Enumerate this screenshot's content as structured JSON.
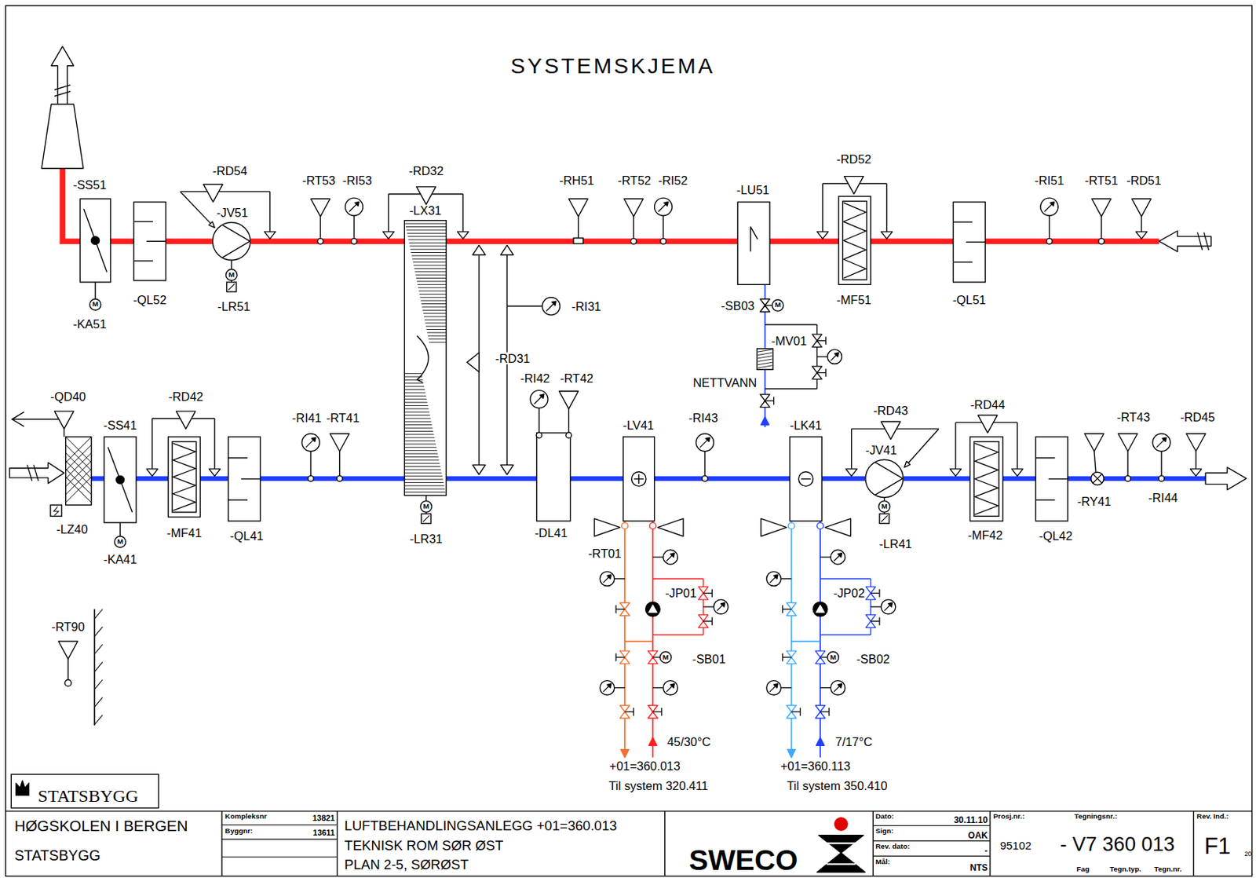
{
  "diagram": {
    "title": "SYSTEMSKJEMA",
    "nodes": [
      {
        "text": [
          "-SS51"
        ]
      },
      {
        "text": [
          "-QL52"
        ]
      },
      {
        "text": [
          "-JV51"
        ]
      },
      {
        "text": [
          "-LX31"
        ]
      },
      {
        "text": [
          "-LU51"
        ]
      },
      {
        "text": [
          "-MF51"
        ]
      },
      {
        "text": [
          "-QL51"
        ]
      },
      {
        "text": [
          "-LZ40"
        ]
      },
      {
        "text": [
          "-SS41"
        ]
      },
      {
        "text": [
          "-MF41"
        ]
      },
      {
        "text": [
          "-QL41"
        ]
      },
      {
        "text": [
          "-DL41"
        ]
      },
      {
        "text": [
          "-LV41"
        ]
      },
      {
        "text": [
          "-LK41"
        ]
      },
      {
        "text": [
          "-JV41"
        ]
      },
      {
        "text": [
          "-MF42"
        ]
      },
      {
        "text": [
          "-QL42"
        ]
      }
    ],
    "edges": [
      {
        "from": 6,
        "to": 5,
        "arrow": "none"
      },
      {
        "from": 5,
        "to": 4,
        "arrow": "none"
      },
      {
        "from": 4,
        "to": 3,
        "arrow": "none"
      },
      {
        "from": 3,
        "to": 2,
        "arrow": "none"
      },
      {
        "from": 2,
        "to": 1,
        "arrow": "none"
      },
      {
        "from": 1,
        "to": 0,
        "arrow": "none"
      },
      {
        "from": 7,
        "to": 8,
        "arrow": "none"
      },
      {
        "from": 8,
        "to": 9,
        "arrow": "none"
      },
      {
        "from": 9,
        "to": 10,
        "arrow": "none"
      },
      {
        "from": 10,
        "to": 3,
        "arrow": "none"
      },
      {
        "from": 3,
        "to": 11,
        "arrow": "none"
      },
      {
        "from": 11,
        "to": 12,
        "arrow": "none"
      },
      {
        "from": 12,
        "to": 13,
        "arrow": "none"
      },
      {
        "from": 13,
        "to": 14,
        "arrow": "none"
      },
      {
        "from": 14,
        "to": 15,
        "arrow": "none"
      },
      {
        "from": 15,
        "to": 16,
        "arrow": "none"
      }
    ],
    "labels": [
      "-RD54",
      "-RT53",
      "-RI53",
      "-RD32",
      "-RH51",
      "-RT52",
      "-RI52",
      "-RD52",
      "-RI51",
      "-RT51",
      "-RD51",
      "-KA51",
      "-LR51",
      "-RI31",
      "-RD31",
      "-SB03",
      "-MV01",
      "NETTVANN",
      "-QD40",
      "-RD42",
      "-RI41",
      "-RT41",
      "-RI42",
      "-RT42",
      "-RI43",
      "-RD43",
      "-RD44",
      "-RT43",
      "-RD45",
      "-RY41",
      "-RI44",
      "-KA41",
      "-LR31",
      "-LR41",
      "-RT01",
      "-JP01",
      "-SB01",
      "-JP02",
      "-SB02",
      "45/30°C",
      "7/17°C",
      "+01=360.013",
      "+01=360.113",
      "Til system 320.411",
      "Til system 350.410",
      "-RT90",
      "STATSBYGG",
      "HØGSKOLEN I BERGEN",
      "STATSBYGG",
      "Kompleksnr",
      "13821",
      "Byggnr:",
      "13611",
      "LUFTBEHANDLINGSANLEGG +01=360.013",
      "TEKNISK ROM SØR ØST",
      "PLAN 2-5, SØRØST",
      "SWECO",
      "Dato:",
      "30.11.10",
      "Sign:",
      "OAK",
      "Rev. dato:",
      "-",
      "Mål:",
      "NTS",
      "Prosj.nr.:",
      "95102",
      "Tegningsnr.:",
      "- V7 360 013",
      "Fag",
      "Tegn.typ.",
      "Tegn.nr.",
      "Rev. Ind.:",
      "F1",
      "20",
      "M",
      "M",
      "M",
      "M",
      "M",
      "M",
      "M",
      "M"
    ]
  }
}
